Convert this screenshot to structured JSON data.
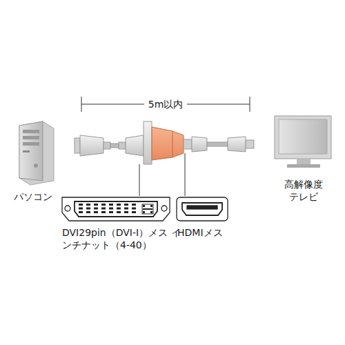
{
  "diagram": {
    "labels": [
      "5m以内",
      "パソコン",
      "高解像度テレビ",
      "DVI29pin（DVI-I）メス インチナット（4-40）",
      "HDMIメス"
    ]
  }
}
